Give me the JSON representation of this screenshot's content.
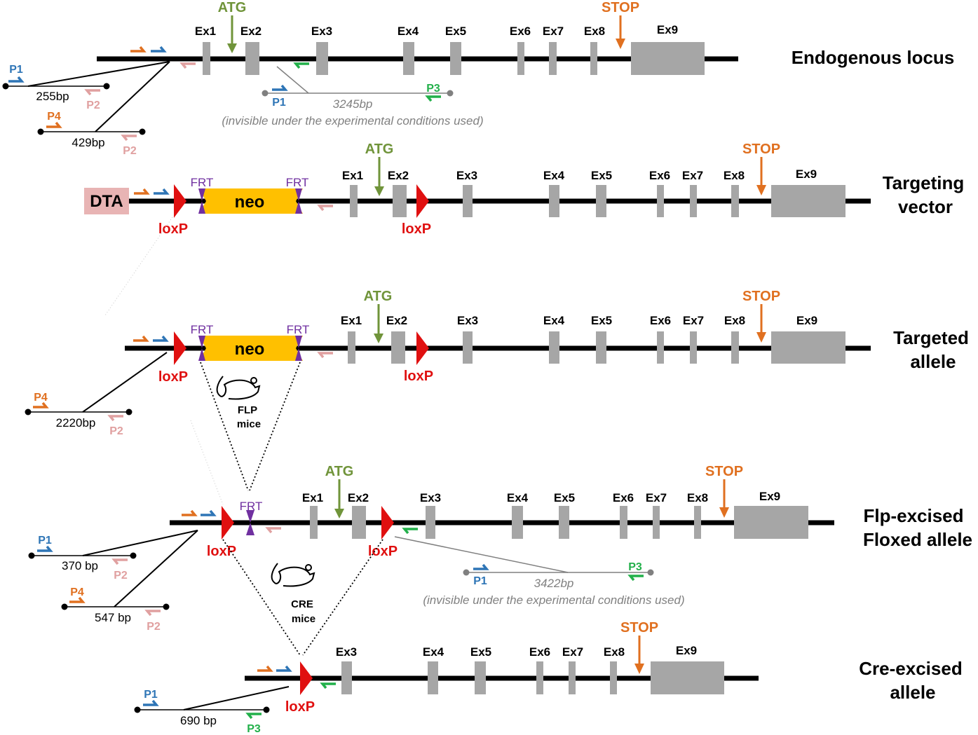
{
  "colors": {
    "exon": "#a6a6a6",
    "line": "#000000",
    "atg": "#70943a",
    "stop": "#e07020",
    "loxp": "#e01010",
    "frt": "#7030a0",
    "neo": "#ffc000",
    "dta": "#e8b4b4",
    "p1": "#2e75b6",
    "p2": "#e0a0a0",
    "p3": "#22b04a",
    "p4": "#e07020"
  },
  "labels": {
    "atg": "ATG",
    "stop": "STOP",
    "loxp": "loxP",
    "frt": "FRT",
    "neo": "neo",
    "dta": "DTA",
    "p1": "P1",
    "p2": "P2",
    "p3": "P3",
    "p4": "P4"
  },
  "exons": [
    "Ex1",
    "Ex2",
    "Ex3",
    "Ex4",
    "Ex5",
    "Ex6",
    "Ex7",
    "Ex8",
    "Ex9"
  ],
  "rows": {
    "endogenous": {
      "title": "Endogenous locus"
    },
    "targeting": {
      "title_line1": "Targeting",
      "title_line2": "vector"
    },
    "targeted": {
      "title_line1": "Targeted",
      "title_line2": "allele"
    },
    "flp": {
      "title_line1": "Flp-excised",
      "title_line2": "Floxed allele"
    },
    "cre": {
      "title_line1": "Cre-excised",
      "title_line2": "allele"
    }
  },
  "products": {
    "endo_p1p2": "255bp",
    "endo_p4p2": "429bp",
    "endo_p1p3": "3245bp",
    "targeted_p4p2": "2220bp",
    "flp_p1p2": "370 bp",
    "flp_p4p2": "547 bp",
    "flp_p1p3": "3422bp",
    "cre_p1p3": "690 bp"
  },
  "note": "(invisible under the experimental conditions used)",
  "mice": {
    "flp_line1": "FLP",
    "flp_line2": "mice",
    "cre_line1": "CRE",
    "cre_line2": "mice"
  }
}
